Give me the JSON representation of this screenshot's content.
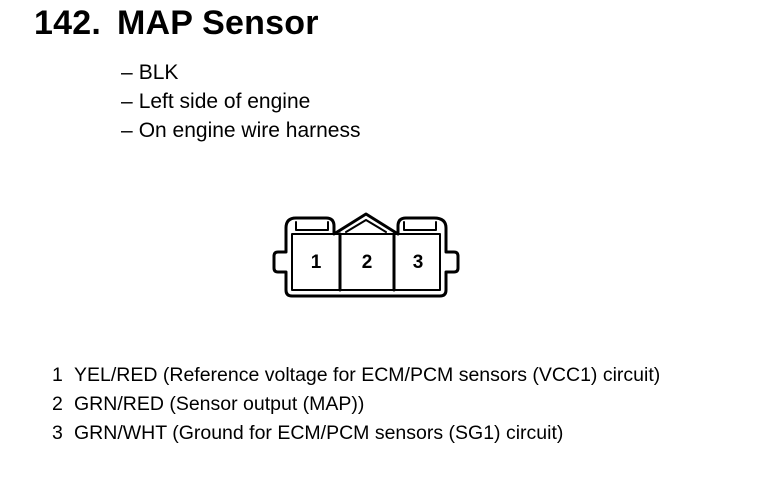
{
  "header": {
    "number": "142.",
    "title": "MAP Sensor"
  },
  "notes": [
    {
      "dash": "–",
      "text": "BLK"
    },
    {
      "dash": "–",
      "text": "Left side of engine"
    },
    {
      "dash": "–",
      "text": "On engine wire harness"
    }
  ],
  "connector": {
    "pins": [
      "1",
      "2",
      "3"
    ]
  },
  "pinouts": [
    {
      "pin": "1",
      "text": "YEL/RED (Reference voltage for ECM/PCM sensors (VCC1) circuit)"
    },
    {
      "pin": "2",
      "text": "GRN/RED (Sensor output (MAP))"
    },
    {
      "pin": "3",
      "text": "GRN/WHT (Ground for ECM/PCM sensors (SG1) circuit)"
    }
  ],
  "colors": {
    "ink": "#000000",
    "background": "#ffffff"
  }
}
